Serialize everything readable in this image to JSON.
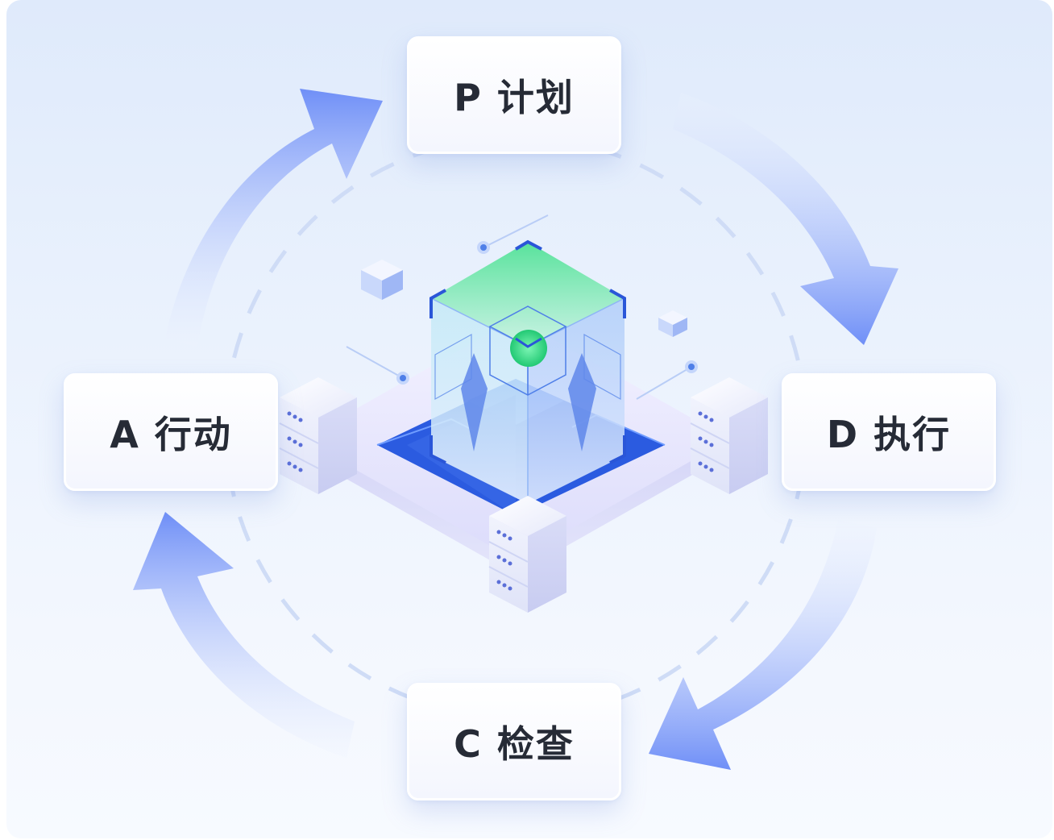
{
  "stages": [
    {
      "id": "plan",
      "label": "P 计划"
    },
    {
      "id": "do",
      "label": "D 执行"
    },
    {
      "id": "check",
      "label": "C 检查"
    },
    {
      "id": "act",
      "label": "A 行动"
    }
  ],
  "colors": {
    "background_top": "#dfeafb",
    "background_bottom": "#f7faff",
    "arrow": "#6f8ff7",
    "card_text": "#262b36",
    "cube_green": "#3ee08a",
    "platform_blue": "#2b5be0",
    "dashed_ring": "#cfdcf6"
  },
  "icons": [
    "cycle-arrow-icon",
    "data-cube-icon",
    "server-rack-icon"
  ]
}
